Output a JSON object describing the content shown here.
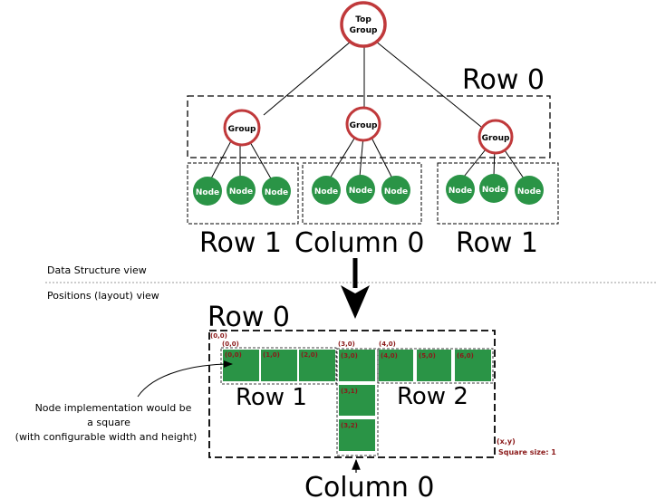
{
  "tree": {
    "top_group_label": [
      "Top",
      "Group"
    ],
    "group_label": "Group",
    "node_label": "Node",
    "row0_label": "Row 0",
    "row1_left_label": "Row 1",
    "column0_label": "Column 0",
    "row1_right_label": "Row 1"
  },
  "divider": {
    "data_view_label": "Data Structure view",
    "layout_view_label": "Positions (layout) view"
  },
  "layout": {
    "row0_label": "Row 0",
    "row1_label": "Row 1",
    "row2_label": "Row 2",
    "column0_label": "Column 0",
    "origin_label": "(0,0)",
    "row1_origin_label": "(0,0)",
    "column_origin_label": "(3,0)",
    "row2_origin_label": "(4,0)",
    "row1_cells": [
      "(0,0)",
      "(1,0)",
      "(2,0)"
    ],
    "column_cells": [
      "(3,0)",
      "(3,1)",
      "(3,2)"
    ],
    "row2_cells": [
      "(4,0)",
      "(5,0)",
      "(6,0)"
    ],
    "corner_label": "(x,y)",
    "square_size_label": "Square size: 1",
    "note_lines": [
      "Node implementation would be",
      "a square",
      "(with configurable width and height)"
    ]
  },
  "colors": {
    "group_ring": "#c0393b",
    "node_fill": "#2a9446",
    "square_fill": "#2a9446",
    "coord_text": "#8b1a1a"
  }
}
